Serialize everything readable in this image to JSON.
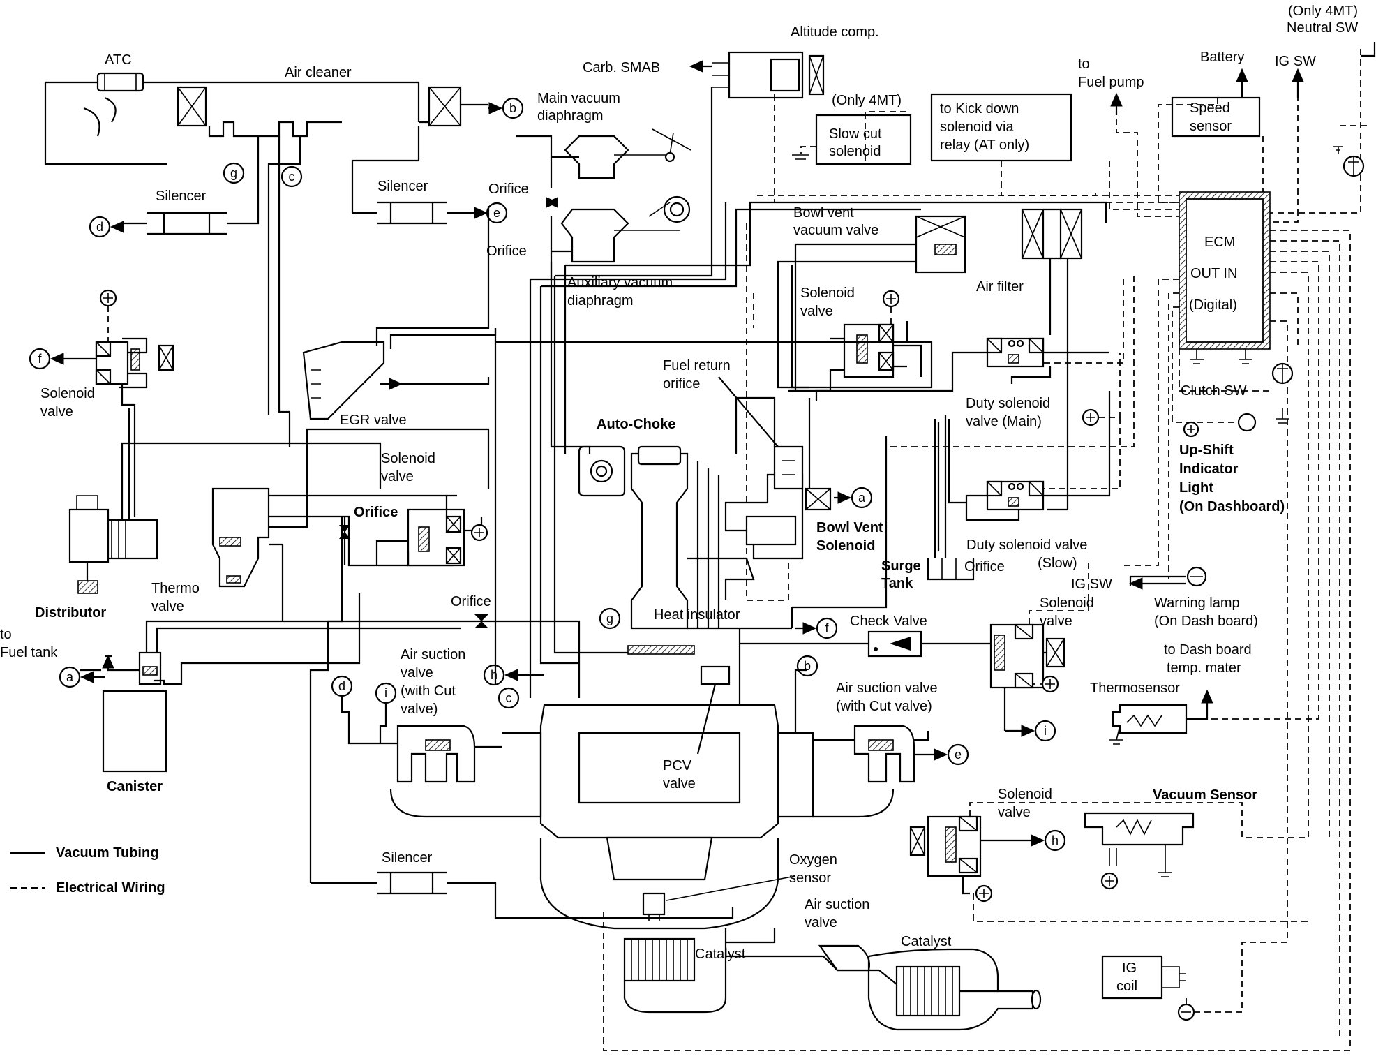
{
  "labels": {
    "atc": "ATC",
    "air_cleaner": "Air cleaner",
    "altitude_comp": "Altitude comp.",
    "only_4mt_neutral_line1": "(Only 4MT)",
    "only_4mt_neutral_line2": "Neutral SW",
    "battery": "Battery",
    "ig_sw_top": "IG SW",
    "to_fuel_pump_line1": "to",
    "to_fuel_pump_line2": "Fuel pump",
    "carb_smab": "Carb. SMAB",
    "main_vac_line1": "Main vacuum",
    "main_vac_line2": "diaphragm",
    "only_4mt_slowcut": "(Only 4MT)",
    "slow_cut_line1": "Slow cut",
    "slow_cut_line2": "solenoid",
    "kickdown_line1": "to Kick down",
    "kickdown_line2": "solenoid via",
    "kickdown_line3": "relay (AT only)",
    "speed_sensor_line1": "Speed",
    "speed_sensor_line2": "sensor",
    "silencer_left": "Silencer",
    "silencer_mid": "Silencer",
    "silencer_bottom": "Silencer",
    "orifice_top": "Orifice",
    "orifice_mid": "Orifice",
    "bowl_vent_vac_line1": "Bowl vent",
    "bowl_vent_vac_line2": "vacuum valve",
    "ecm": "ECM",
    "out_in": "OUT IN",
    "digital": "(Digital)",
    "aux_vac_line1": "Auxiliary vacuum",
    "aux_vac_line2": "diaphragm",
    "solenoid_valve_top_line1": "Solenoid",
    "solenoid_valve_top_line2": "valve",
    "air_filter": "Air filter",
    "solenoid_valve_left_line1": "Solenoid",
    "solenoid_valve_left_line2": "valve",
    "egr_valve": "EGR valve",
    "fuel_return_line1": "Fuel return",
    "fuel_return_line2": "orifice",
    "clutch_sw": "Clutch SW",
    "duty_main_line1": "Duty solenoid",
    "duty_main_line2": "valve (Main)",
    "auto_choke": "Auto-Choke",
    "upshift_line1": "Up-Shift",
    "upshift_line2": "Indicator",
    "upshift_line3": "Light",
    "upshift_line4": "(On Dashboard)",
    "solenoid_valve_mid_line1": "Solenoid",
    "solenoid_valve_mid_line2": "valve",
    "orifice_solenoid": "Orifice",
    "bowl_vent_sol_line1": "Bowl Vent",
    "bowl_vent_sol_line2": "Solenoid",
    "duty_slow_line1": "Duty solenoid valve",
    "duty_slow_line2": "(Slow)",
    "surge_tank_line1": "Surge",
    "surge_tank_line2": "Tank",
    "orifice_duty": "Orifice",
    "distributor": "Distributor",
    "thermo_valve_line1": "Thermo",
    "thermo_valve_line2": "valve",
    "ig_sw_mid": "IG SW",
    "warning_lamp_line1": "Warning lamp",
    "warning_lamp_line2": "(On Dash board)",
    "to_fuel_tank_line1": "to",
    "to_fuel_tank_line2": "Fuel tank",
    "orifice_bottom": "Orifice",
    "heat_insulator": "Heat insulator",
    "check_valve": "Check Valve",
    "solenoid_valve_right_line1": "Solenoid",
    "solenoid_valve_right_line2": "valve",
    "dash_temp_line1": "to Dash board",
    "dash_temp_line2": "temp. mater",
    "air_suction_left_line1": "Air suction",
    "air_suction_left_line2": "valve",
    "air_suction_left_line3": "(with Cut",
    "air_suction_left_line4": "valve)",
    "air_suction_right_line1": "Air suction valve",
    "air_suction_right_line2": "(with Cut valve)",
    "thermosensor": "Thermosensor",
    "canister": "Canister",
    "pcv_line1": "PCV",
    "pcv_line2": "valve",
    "solenoid_valve_low_line1": "Solenoid",
    "solenoid_valve_low_line2": "valve",
    "vacuum_sensor": "Vacuum Sensor",
    "legend_vacuum": "Vacuum Tubing",
    "legend_electrical": "Electrical Wiring",
    "oxygen_line1": "Oxygen",
    "oxygen_line2": "sensor",
    "air_suction_bottom_line1": "Air suction",
    "air_suction_bottom_line2": "valve",
    "catalyst_left": "Catalyst",
    "catalyst_right": "Catalyst",
    "ig_coil_line1": "IG",
    "ig_coil_line2": "coil"
  },
  "connectors": {
    "a": "a",
    "b": "b",
    "c": "c",
    "d": "d",
    "e": "e",
    "f": "f",
    "g": "g",
    "h": "h",
    "i": "i"
  },
  "symbols": {
    "plus": "+",
    "minus": "−"
  },
  "legend": [
    {
      "style": "solid",
      "label_key": "legend_vacuum"
    },
    {
      "style": "dashed",
      "label_key": "legend_electrical"
    }
  ]
}
